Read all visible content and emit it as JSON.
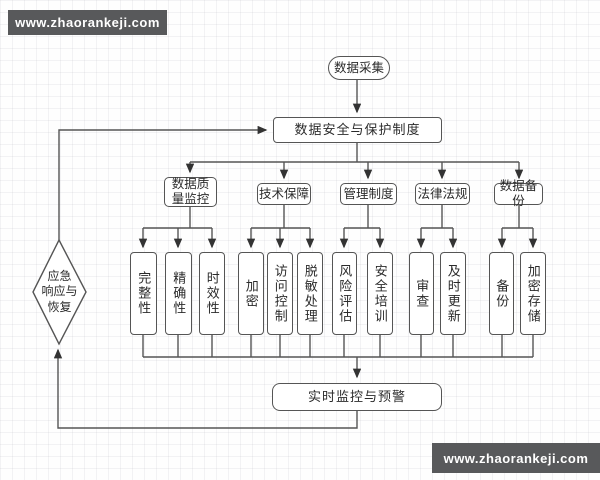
{
  "watermarks": {
    "top": "www.zhaorankeji.com",
    "bottom": "www.zhaorankeji.com"
  },
  "flowchart": {
    "source": "数据采集",
    "policy": "数据安全与保护制度",
    "monitor": "实时监控与预警",
    "emergency": {
      "label": "应急响应与恢复",
      "lines": [
        "应急",
        "响应与",
        "恢复"
      ]
    },
    "branches": [
      {
        "label": "数据质量监控",
        "children": [
          "完整性",
          "精确性",
          "时效性"
        ]
      },
      {
        "label": "技术保障",
        "children": [
          "加密",
          "访问控制",
          "脱敏处理"
        ]
      },
      {
        "label": "管理制度",
        "children": [
          "风险评估",
          "安全培训"
        ]
      },
      {
        "label": "法律法规",
        "children": [
          "审查",
          "及时更新"
        ]
      },
      {
        "label": "数据备份",
        "children": [
          "备份",
          "加密存储"
        ]
      }
    ],
    "colors": {
      "line": "#555555",
      "border": "#555555",
      "text": "#2b2b2b",
      "node_fill": "#ffffff",
      "banner_bg": "#58595b",
      "banner_text": "#ffffff"
    }
  }
}
